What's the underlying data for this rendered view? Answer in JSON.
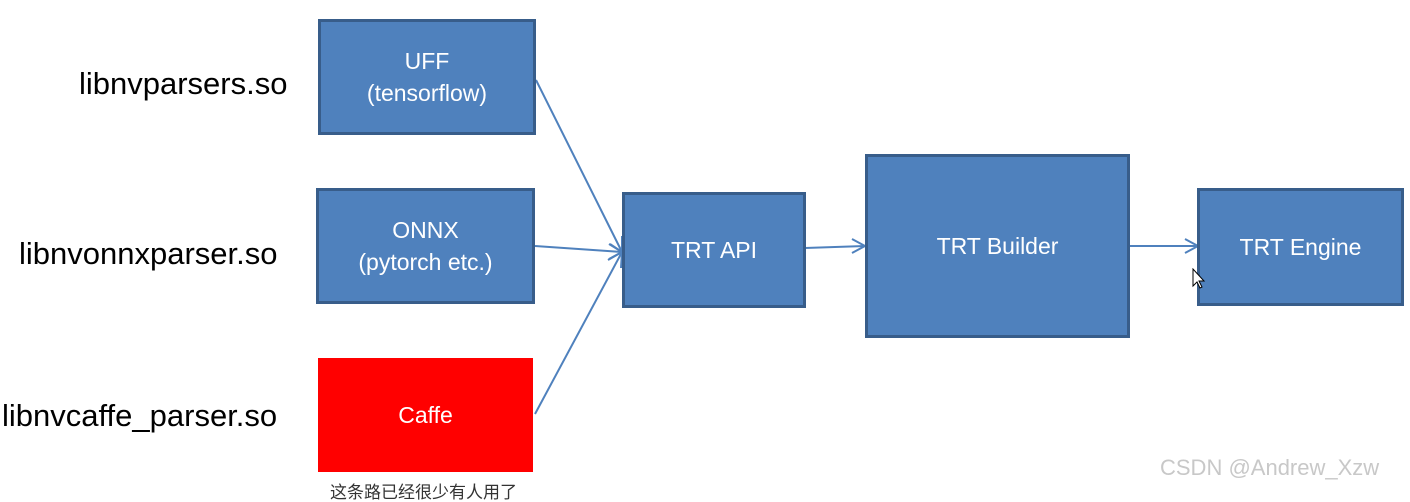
{
  "labels": {
    "uff_lib": "libnvparsers.so",
    "onnx_lib": "libnvonnxparser.so",
    "caffe_lib": "libnvcaffe_parser.so"
  },
  "boxes": {
    "uff": {
      "line1": "UFF",
      "line2": "(tensorflow)"
    },
    "onnx": {
      "line1": "ONNX",
      "line2": "(pytorch etc.)"
    },
    "caffe": {
      "line1": "Caffe"
    },
    "trt_api": {
      "line1": "TRT API"
    },
    "trt_builder": {
      "line1": "TRT Builder"
    },
    "trt_engine": {
      "line1": "TRT Engine"
    }
  },
  "note": "这条路已经很少有人用了",
  "watermark": "CSDN @Andrew_Xzw",
  "colors": {
    "box_fill": "#4f81bd",
    "box_border": "#385d8a",
    "caffe_fill": "#ff0000",
    "arrow": "#4f81bd"
  }
}
